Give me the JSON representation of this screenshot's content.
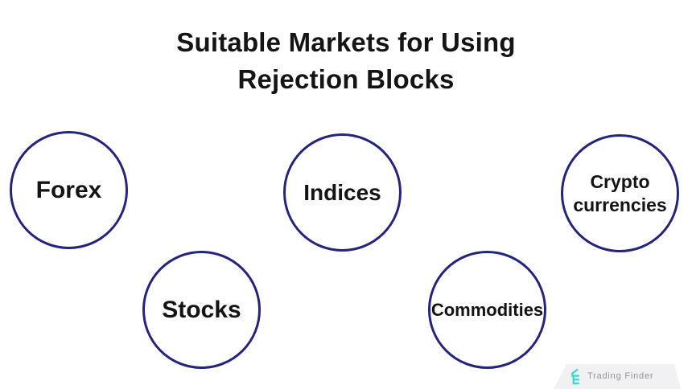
{
  "title": {
    "line1": "Suitable Markets for Using",
    "line2": "Rejection Blocks"
  },
  "circles": [
    {
      "label": "Forex"
    },
    {
      "label": "Indices"
    },
    {
      "label": "Crypto currencies"
    },
    {
      "label": "Stocks"
    },
    {
      "label": "Commodities"
    }
  ],
  "logo": {
    "text": "Trading Finder"
  },
  "colors": {
    "circle_border": "#24247d",
    "title_text": "#141414",
    "logo_accent": "#3edad2",
    "logo_text": "#8e949b",
    "banner_bg": "#f1f1f3"
  }
}
